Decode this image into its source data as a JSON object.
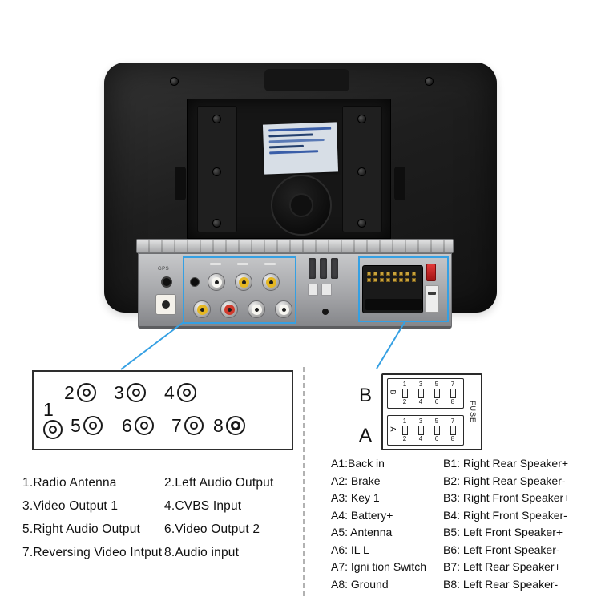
{
  "accent": {
    "highlight_blue": "#35a0e3"
  },
  "photo": {
    "gps_label": "GPS"
  },
  "rca_map": {
    "top": [
      "2",
      "3",
      "4"
    ],
    "bottom": [
      "1",
      "5",
      "6",
      "7",
      "8"
    ]
  },
  "legend": {
    "rows": [
      {
        "left": "1.Radio Antenna",
        "right": "2.Left Audio Output"
      },
      {
        "left": "3.Video Output 1",
        "right": "4.CVBS Input"
      },
      {
        "left": "5.Right Audio Output",
        "right": "6.Video Output 2"
      },
      {
        "left": "7.Reversing Video Intput",
        "right": "8.Audio input"
      }
    ]
  },
  "connector": {
    "block_b_label": "B",
    "block_a_label": "A",
    "fuse_label": "FUSE",
    "pins_top": [
      "1",
      "3",
      "5",
      "7"
    ],
    "pins_bottom": [
      "2",
      "4",
      "6",
      "8"
    ]
  },
  "pinout": {
    "a": [
      "A1:Back in",
      "A2: Brake",
      "A3: Key 1",
      "A4: Battery+",
      "A5: Antenna",
      "A6: IL L",
      "A7: Igni tion Switch",
      "A8: Ground"
    ],
    "b": [
      "B1: Right Rear Speaker+",
      "B2: Right Rear Speaker-",
      "B3: Right Front Speaker+",
      "B4: Right Front Speaker-",
      "B5: Left Front Speaker+",
      "B6: Left Front Speaker-",
      "B7: Left Rear Speaker+",
      "B8: Left Rear Speaker-"
    ]
  }
}
